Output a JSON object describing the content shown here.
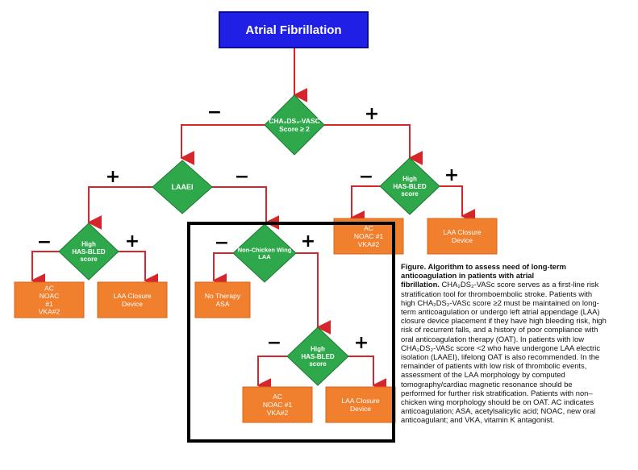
{
  "title": "Atrial Fibrillation",
  "colors": {
    "title_bg": "#1f1fe6",
    "diamond": "#2ea84a",
    "box": "#f07f2e",
    "arrow": "#d7262b",
    "line": "#d7262b"
  },
  "nodes": {
    "root_decision": [
      "CHA₂DS₂-VASC",
      "Score ≥ 2"
    ],
    "laaei": [
      "LAAEI"
    ],
    "hasbled_left": [
      "High",
      "HAS-BLED",
      "score"
    ],
    "hasbled_right": [
      "High",
      "HAS-BLED",
      "score"
    ],
    "hasbled_bottom": [
      "High",
      "HAS-BLED",
      "score"
    ],
    "chicken_wing": [
      "Non-Chicken Wing",
      "LAA"
    ],
    "ac_left": [
      "AC",
      "NOAC",
      "#1",
      "VKA#2"
    ],
    "laa_left": [
      "LAA Closure",
      "Device"
    ],
    "ac_right": [
      "AC",
      "NOAC #1",
      "VKA#2"
    ],
    "laa_right": [
      "LAA Closure",
      "Device"
    ],
    "no_therapy": [
      "No Therapy",
      "ASA"
    ],
    "ac_bottom": [
      "AC",
      "NOAC #1",
      "VKA#2"
    ],
    "laa_bottom": [
      "LAA Closure",
      "Device"
    ]
  },
  "signs": {
    "minus": "−",
    "plus": "+"
  },
  "caption": {
    "title_lines": [
      "Figure. Algorithm to assess need of long-term",
      "anticoagulation in patients with atrial"
    ],
    "first_line_bold": "fibrillation.",
    "first_line_rest": " CHA₂DS₂-VASc score serves as a first-line risk",
    "lines": [
      "stratification tool for thromboembolic stroke. Patients with",
      "high CHA₂DS₂-VASc score ≥2 must be maintained on long-",
      "term anticoagulation or undergo left atrial appendage (LAA)",
      "closure device placement if they have high bleeding risk, high",
      "risk of recurrent falls, and a history of poor compliance with",
      "oral anticoagulation therapy (OAT). In patients with low",
      "CHA₂DS₂-VASc score <2 who have undergone LAA electric",
      "isolation (LAAEI), lifelong OAT is also recommended. In the",
      "remainder of patients with low risk of thrombolic events,",
      "assessment of the LAA morphology by computed",
      "tomography/cardiac magnetic resonance should be",
      "performed for further risk stratification. Patients with non–",
      "chicken wing morphology should be on OAT. AC indicates",
      "anticoagulation; ASA, acetylsalicylic acid; NOAC, new oral",
      "anticoagulant; and VKA, vitamin K antagonist."
    ]
  }
}
